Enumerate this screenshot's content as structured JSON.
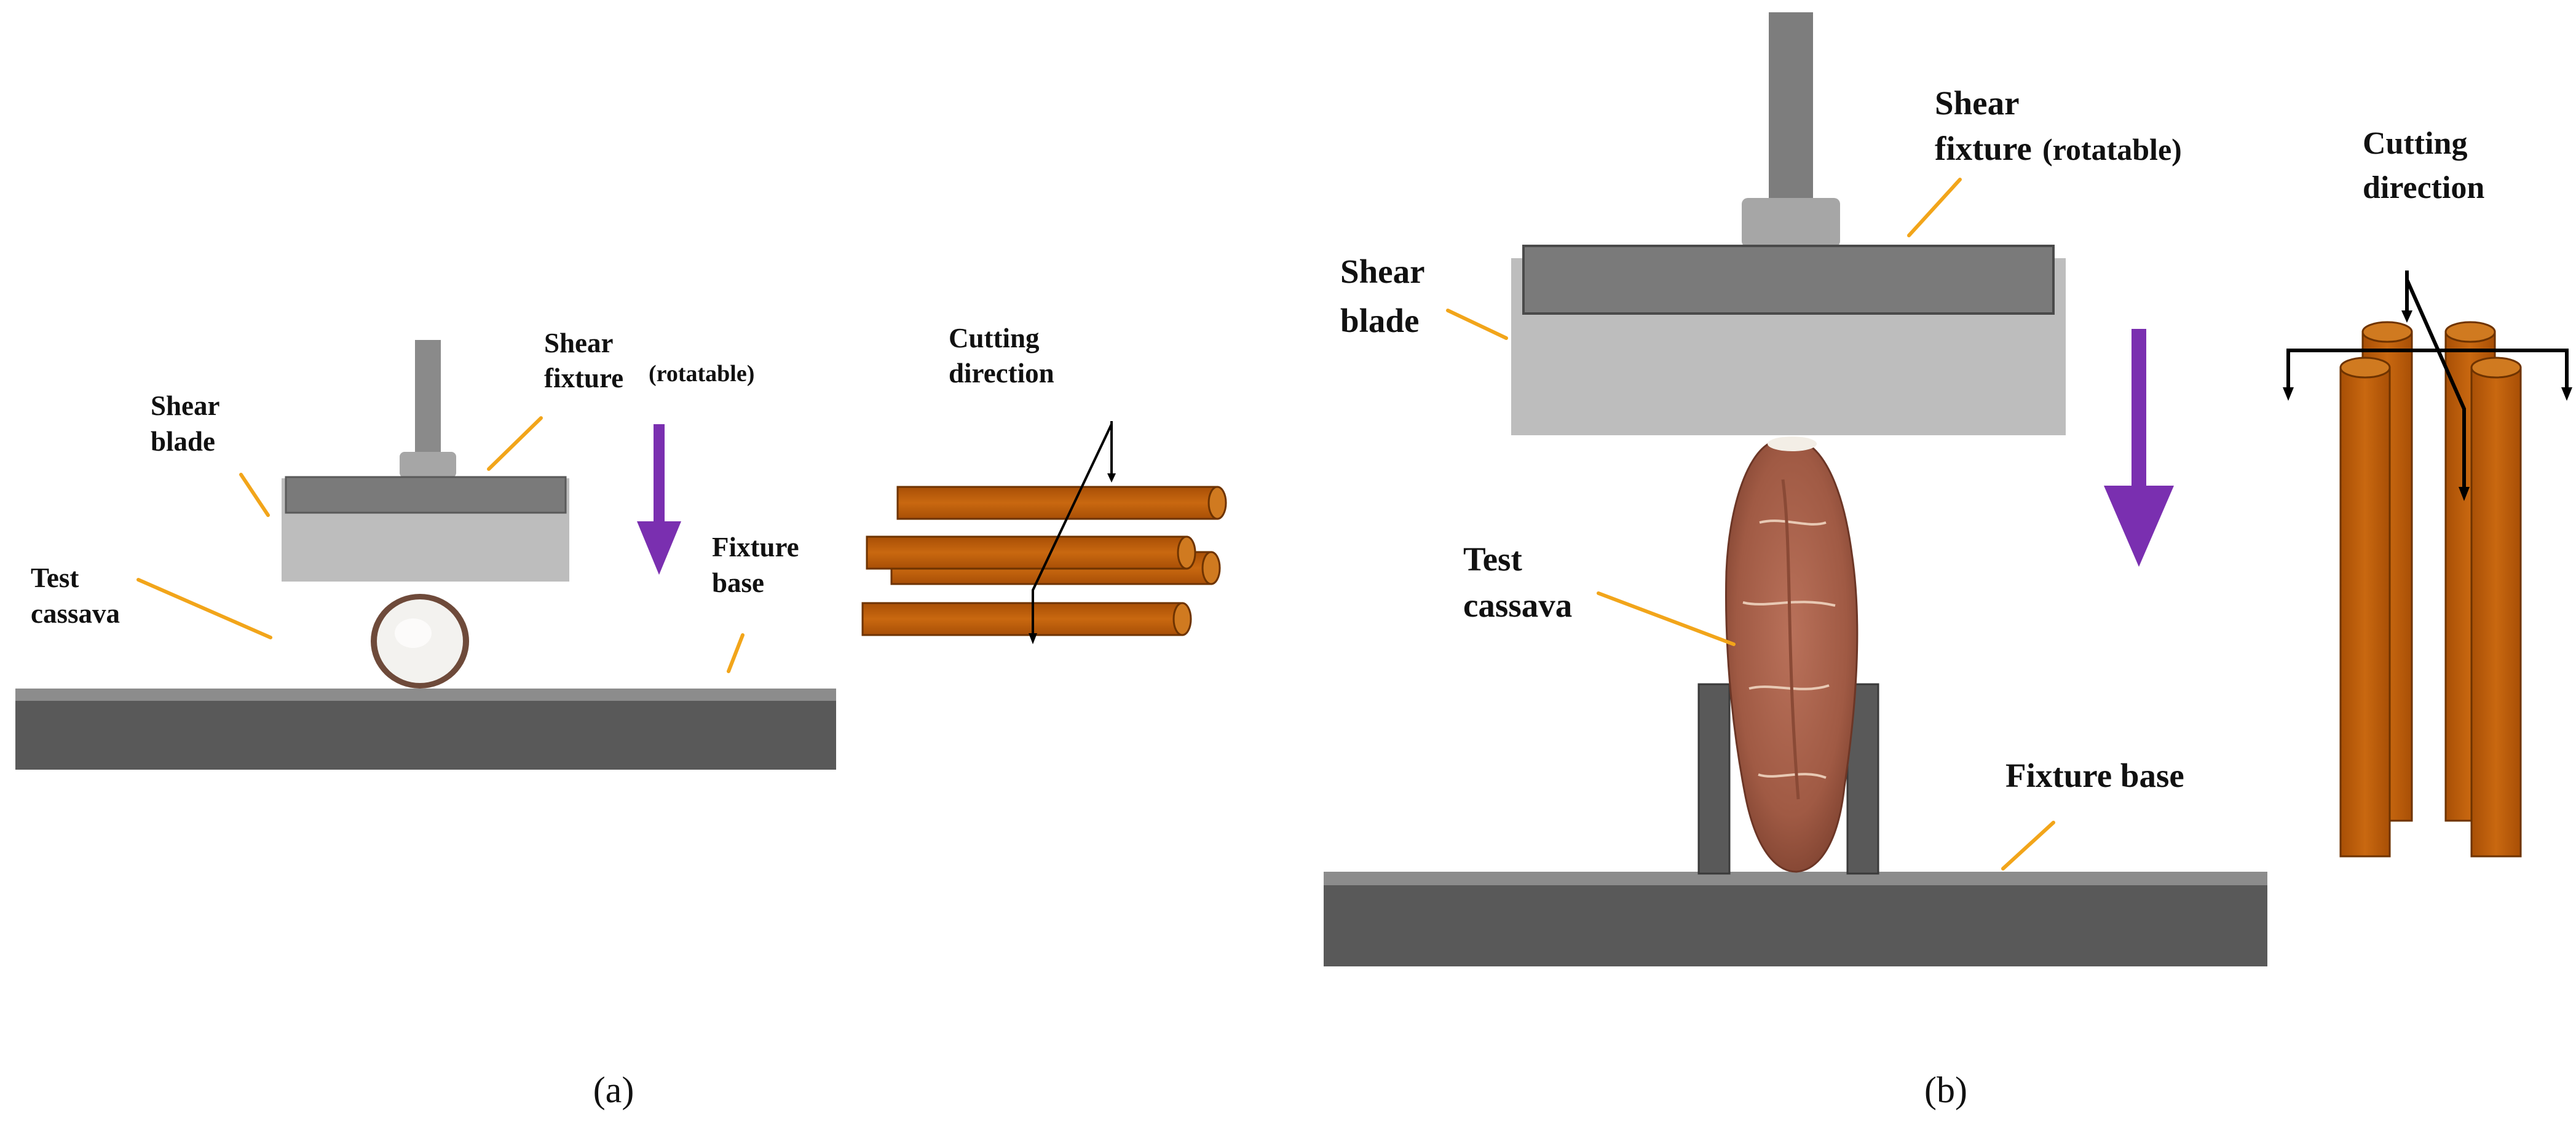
{
  "colors": {
    "base_dark": "#595959",
    "base_light": "#8c8c8c",
    "blade_dark": "#7a7a7a",
    "blade_light": "#bdbdbd",
    "rod": "#8a8a8a",
    "arrow_purple": "#7a2fb0",
    "leader_orange": "#f2a51a",
    "cassava_rod": "#c15f0a",
    "cassava_rod_edge": "#6e3300",
    "cassava_flesh": "#f3f2ef",
    "cassava_peel": "#9a6048",
    "tuber_body": "#a65f4a"
  },
  "panel_a": {
    "shear_label_line1": "Shear",
    "shear_label_line2": "fixture",
    "shear_label_suffix": "(rotatable)",
    "blade_label_line1": "Shear",
    "blade_label_line2": "blade",
    "test_label_line1": "Test",
    "test_label_line2": "cassava",
    "base_label_line1": "Fixture",
    "base_label_line2": "base",
    "cutting_label_line1": "Cutting",
    "cutting_label_line2": "direction",
    "caption": "(a)"
  },
  "panel_b": {
    "shear_label_line1": "Shear",
    "shear_label_line2": "fixture",
    "shear_label_suffix": "(rotatable)",
    "blade_label_line1": "Shear",
    "blade_label_line2": "blade",
    "test_label_line1": "Test",
    "test_label_line2": "cassava",
    "base_label": "Fixture base",
    "cutting_label_line1": "Cutting",
    "cutting_label_line2": "direction",
    "caption": "(b)"
  }
}
